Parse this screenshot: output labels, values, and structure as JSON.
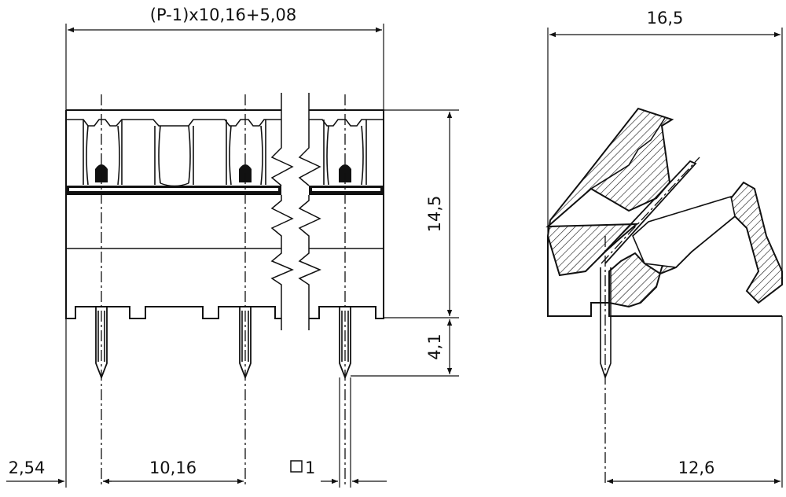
{
  "dimensions": {
    "overall_width": "(P-1)x10,16+5,08",
    "side_width": "16,5",
    "height": "14,5",
    "pin_length": "4,1",
    "pin_offset": "2,54",
    "pitch": "10,16",
    "pin_square": "1",
    "pin_to_back": "12,6"
  },
  "colors": {
    "line": "#111111",
    "background": "#ffffff"
  }
}
